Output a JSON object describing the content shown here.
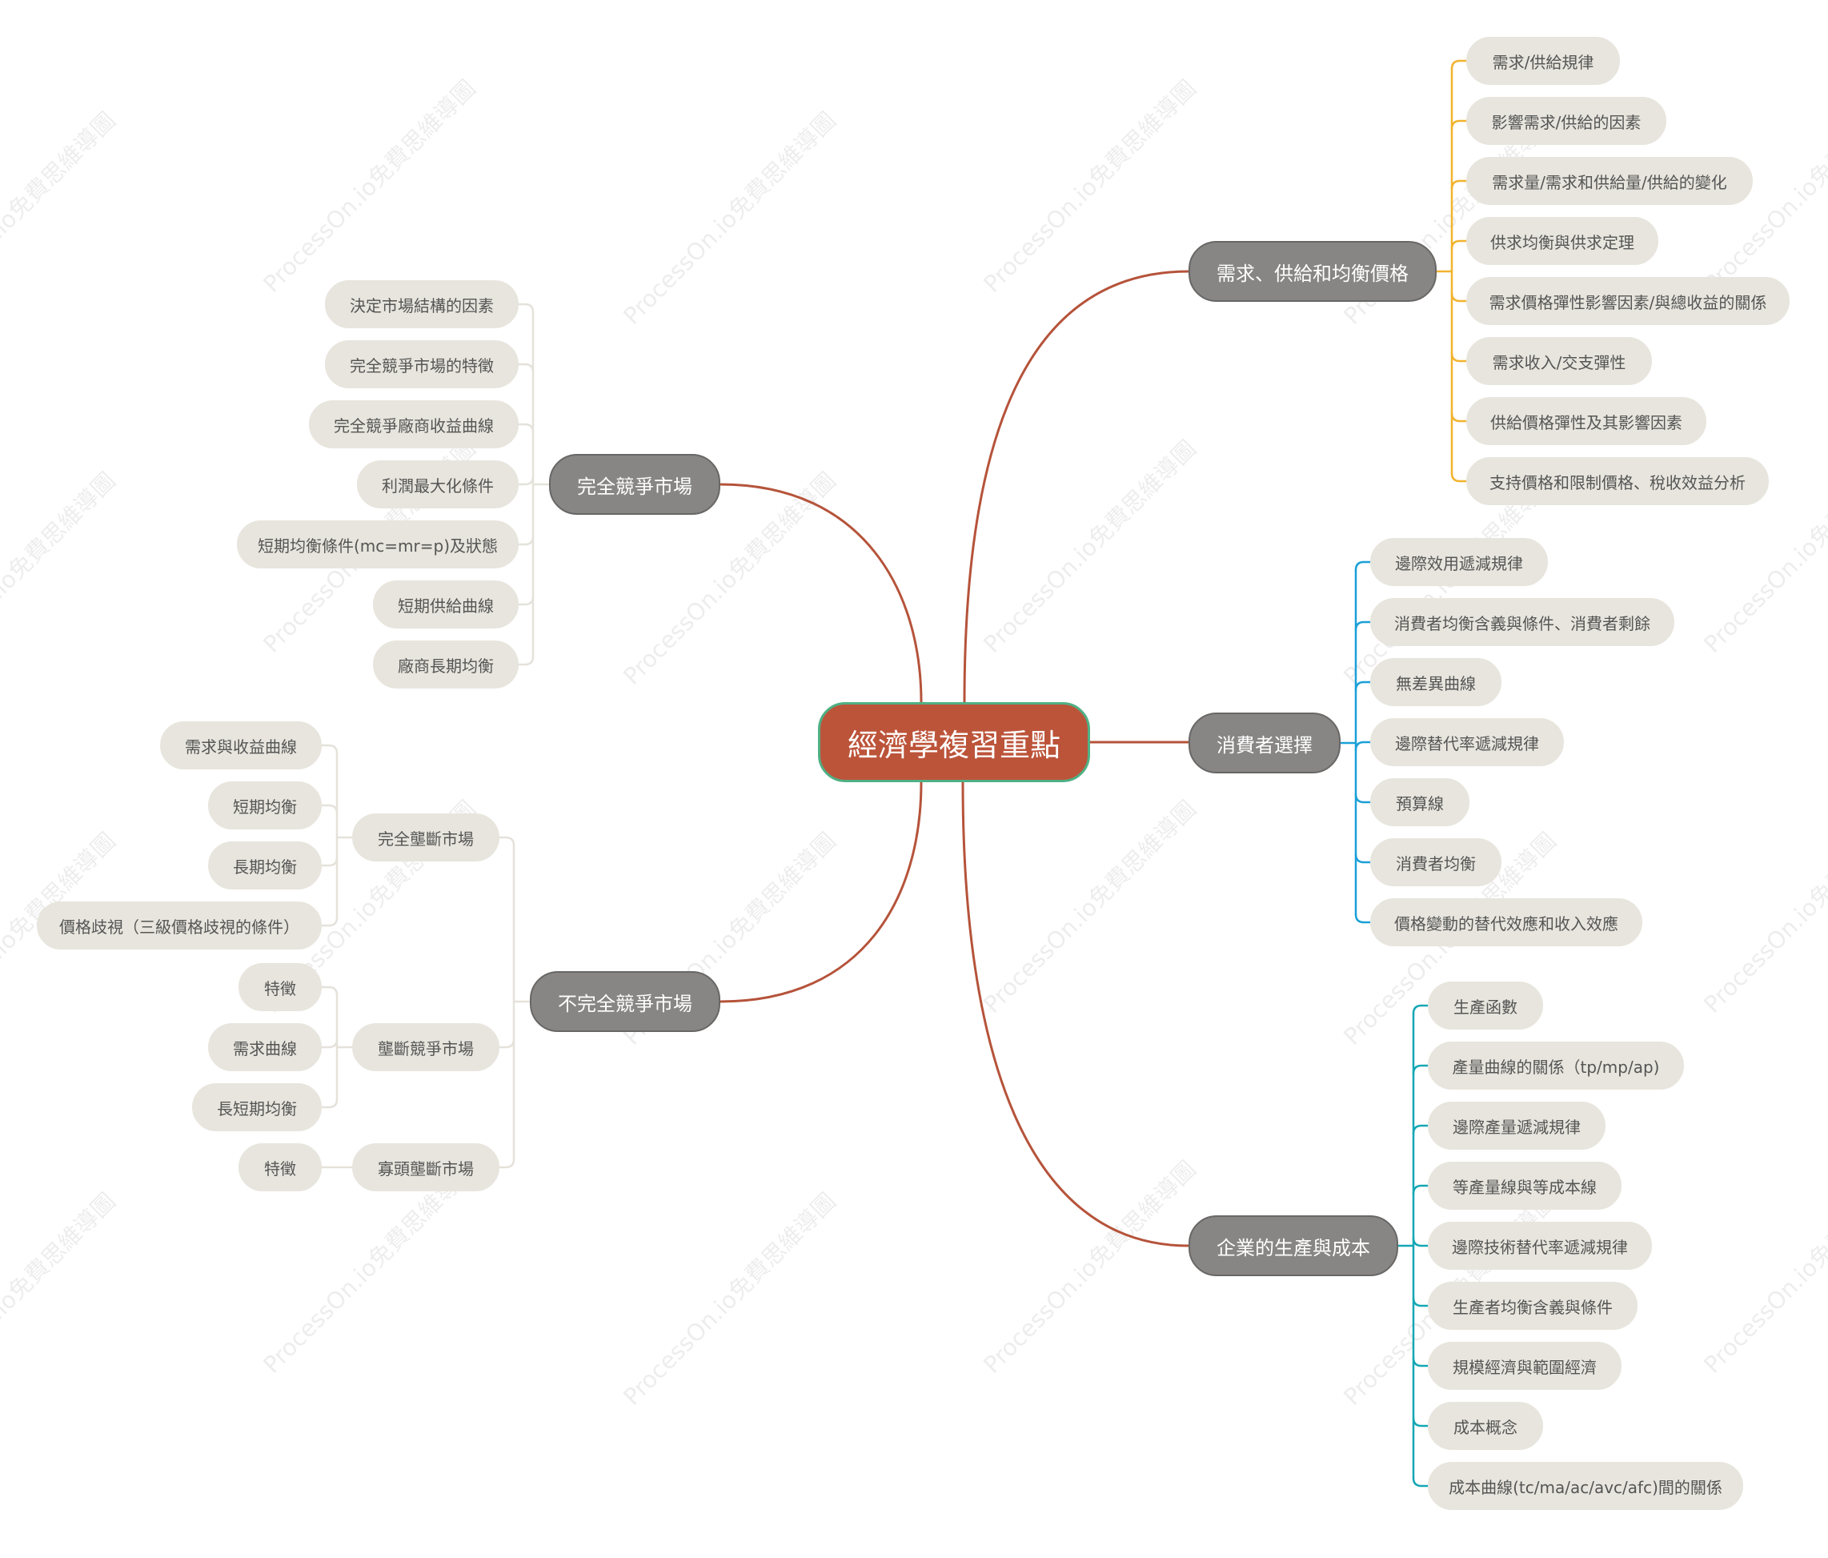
{
  "watermark_text": "ProcessOn.io免費思維導圖",
  "colors": {
    "center_fill": "#bc543a",
    "center_border": "#4fb084",
    "main_fill": "#878685",
    "main_border": "#686766",
    "sub_fill": "#e7e5dd",
    "curve": "#b5533a",
    "supply_branch": "#f2b32e",
    "consumer_branch": "#1aa0d8",
    "production_branch": "#14a7b4",
    "left_branch": "#e4e2da"
  },
  "mindmap": {
    "center": "經濟學複習重點",
    "supply": {
      "label": "需求、供給和均衡價格",
      "items": [
        "需求/供給規律",
        "影響需求/供給的因素",
        "需求量/需求和供給量/供給的變化",
        "供求均衡與供求定理",
        "需求價格彈性影響因素/與總收益的關係",
        "需求收入/交支彈性",
        "供給價格彈性及其影響因素",
        "支持價格和限制價格、稅收效益分析"
      ]
    },
    "consumer": {
      "label": "消費者選擇",
      "items": [
        "邊際效用遞減規律",
        "消費者均衡含義與條件、消費者剩餘",
        "無差異曲線",
        "邊際替代率遞減規律",
        "預算線",
        "消費者均衡",
        "價格變動的替代效應和收入效應"
      ]
    },
    "production": {
      "label": "企業的生產與成本",
      "items": [
        "生產函數",
        "產量曲線的關係（tp/mp/ap)",
        "邊際產量遞減規律",
        "等產量線與等成本線",
        "邊際技術替代率遞減規律",
        "生產者均衡含義與條件",
        "規模經濟與範圍經濟",
        "成本概念",
        "成本曲線(tc/ma/ac/avc/afc)間的關係"
      ]
    },
    "perfect": {
      "label": "完全競爭市場",
      "items": [
        "決定市場結構的因素",
        "完全競爭市場的特徵",
        "完全競爭廠商收益曲線",
        "利潤最大化條件",
        "短期均衡條件(mc=mr=p)及狀態",
        "短期供給曲線",
        "廠商長期均衡"
      ]
    },
    "imperfect": {
      "label": "不完全競爭市場",
      "groups": [
        {
          "label": "完全壟斷市場",
          "items": [
            "需求與收益曲線",
            "短期均衡",
            "長期均衡",
            "價格歧視（三級價格歧視的條件）"
          ]
        },
        {
          "label": "壟斷競爭市場",
          "items": [
            "特徵",
            "需求曲線",
            "長短期均衡"
          ]
        },
        {
          "label": "寡頭壟斷市場",
          "items": [
            "特徵"
          ]
        }
      ]
    }
  }
}
